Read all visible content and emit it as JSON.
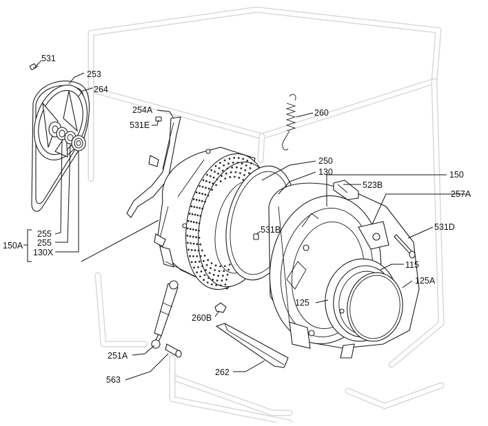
{
  "diagram": {
    "callouts": {
      "c531": "531",
      "c253": "253",
      "c264": "264",
      "c254a": "254A",
      "c531e": "531E",
      "c260": "260",
      "c250": "250",
      "c130": "130",
      "c150": "150",
      "c523b": "523B",
      "c257a": "257A",
      "c531d": "531D",
      "c531b": "531B",
      "c255a": "255",
      "c255b": "255",
      "c150a": "150A",
      "c130x": "130X",
      "c115": "115",
      "c125a": "125A",
      "c125": "125",
      "c260b": "260B",
      "c251a": "251A",
      "c563": "563",
      "c262": "262"
    }
  }
}
